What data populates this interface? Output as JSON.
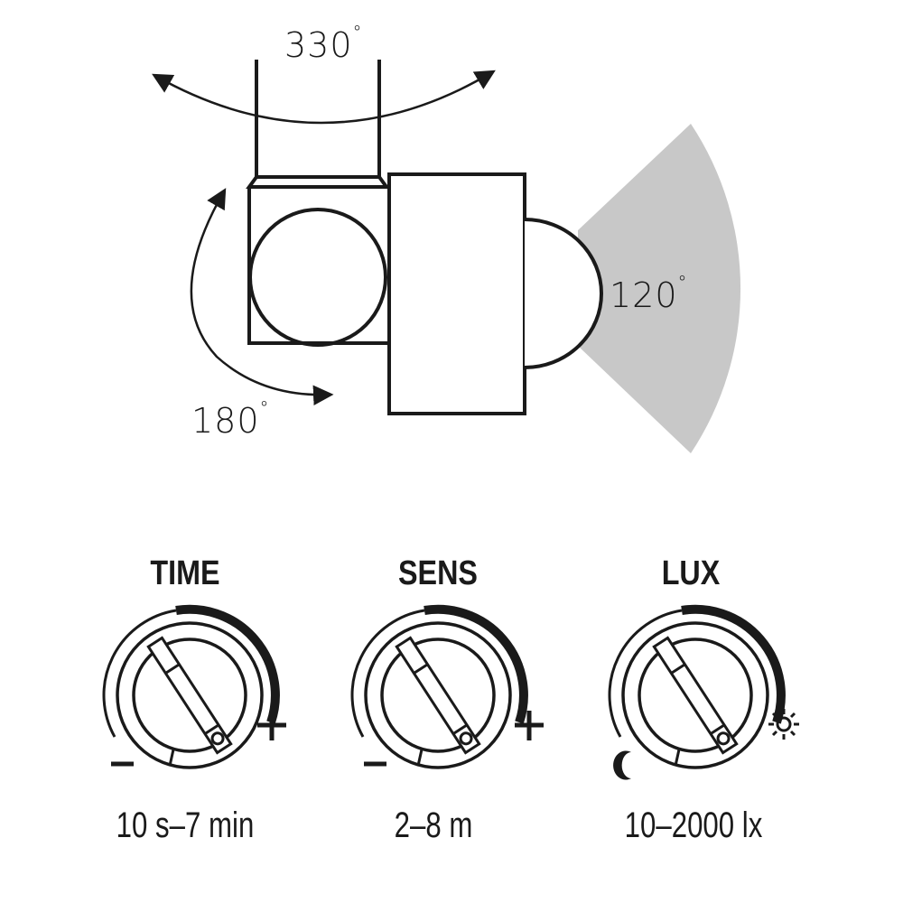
{
  "diagram": {
    "rotation_horizontal": {
      "value": "330",
      "unit": "°"
    },
    "rotation_vertical": {
      "value": "180",
      "unit": "°"
    },
    "detection_angle": {
      "value": "120",
      "unit": "°"
    },
    "colors": {
      "line": "#1a1a1a",
      "detection_zone": "#c8c8c8",
      "background": "#ffffff"
    }
  },
  "dials": [
    {
      "title": "TIME",
      "min_symbol": "–",
      "max_symbol": "+",
      "min_icon": "minus-icon",
      "max_icon": "plus-icon",
      "range": "10 s–7 min"
    },
    {
      "title": "SENS",
      "min_symbol": "–",
      "max_symbol": "+",
      "min_icon": "minus-icon",
      "max_icon": "plus-icon",
      "range": "2–8 m"
    },
    {
      "title": "LUX",
      "min_symbol": "☾",
      "max_symbol": "☼",
      "min_icon": "moon-icon",
      "max_icon": "sun-icon",
      "range": "10–2000 lx"
    }
  ]
}
